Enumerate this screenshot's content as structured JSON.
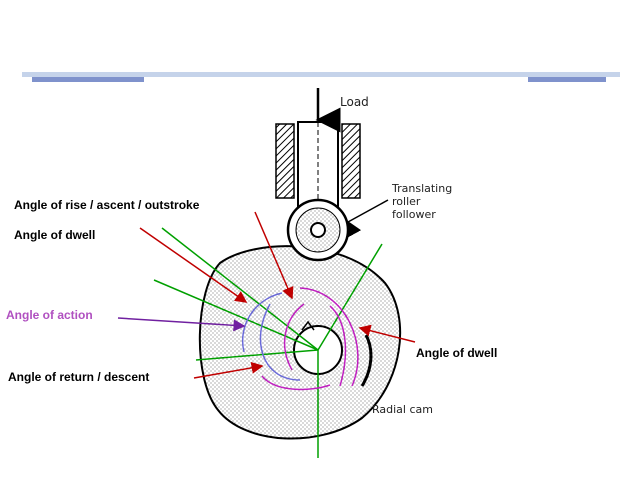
{
  "labels": {
    "rise": "Angle of rise / ascent / outstroke",
    "dwell_left": "Angle of  dwell",
    "action": "Angle of  action",
    "return": "Angle of return / descent",
    "dwell_right": "Angle of  dwell"
  },
  "sketch_labels": {
    "load": "Load",
    "follower": [
      "Translating",
      "roller",
      "follower"
    ],
    "cam": "Radial cam"
  },
  "colors": {
    "label_text": "#000000",
    "action_text": "#b050c0",
    "header_bar": "#c5d3ea",
    "header_accent": "#7f92cc",
    "line_red": "#c00000",
    "line_green": "#00a000",
    "line_purple": "#7020a0",
    "arc_blue": "#6a6ad8",
    "arc_magenta": "#c020c0"
  }
}
